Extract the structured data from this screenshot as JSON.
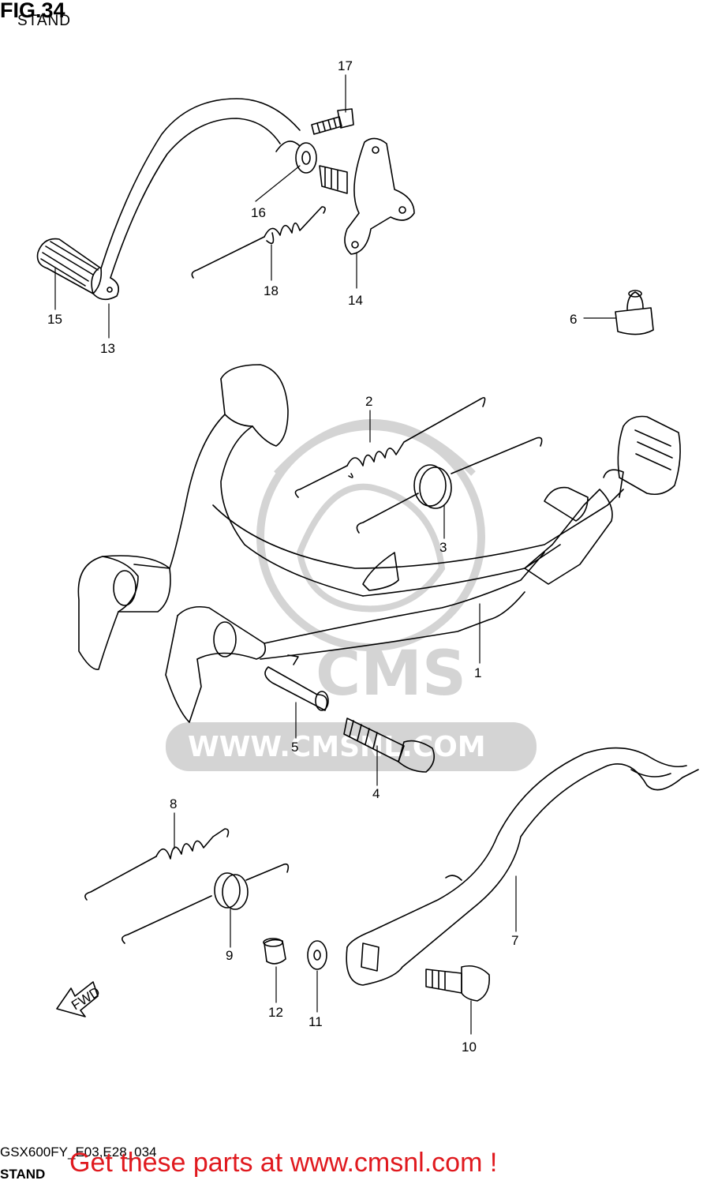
{
  "figure": {
    "title": "FIG.34",
    "subtitle": "STAND",
    "model_code": "GSX600FY_E03,E28_034",
    "footer_label": "STAND",
    "cta": "Get these parts at www.cmsnl.com !",
    "direction_marker": "FWD"
  },
  "watermark": {
    "logo_text": "CMS",
    "url": "WWW.CMSNL.COM"
  },
  "parts": [
    {
      "id": "p1",
      "number": "1"
    },
    {
      "id": "p2",
      "number": "2"
    },
    {
      "id": "p3",
      "number": "3"
    },
    {
      "id": "p4",
      "number": "4"
    },
    {
      "id": "p5",
      "number": "5"
    },
    {
      "id": "p6",
      "number": "6"
    },
    {
      "id": "p7",
      "number": "7"
    },
    {
      "id": "p8",
      "number": "8"
    },
    {
      "id": "p9",
      "number": "9"
    },
    {
      "id": "p10",
      "number": "10"
    },
    {
      "id": "p11",
      "number": "11"
    },
    {
      "id": "p12",
      "number": "12"
    },
    {
      "id": "p13",
      "number": "13"
    },
    {
      "id": "p14",
      "number": "14"
    },
    {
      "id": "p15",
      "number": "15"
    },
    {
      "id": "p16",
      "number": "16"
    },
    {
      "id": "p17",
      "number": "17"
    },
    {
      "id": "p18",
      "number": "18"
    }
  ],
  "colors": {
    "ink": "#000000",
    "watermark": "#d4d4d4",
    "cta": "#e0191e"
  }
}
